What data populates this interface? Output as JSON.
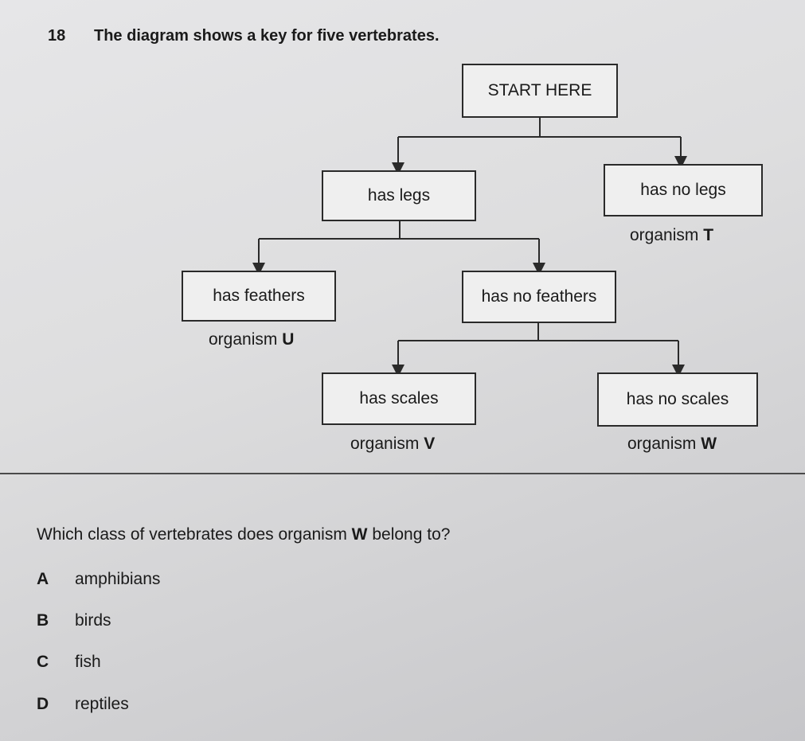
{
  "question": {
    "number": "18",
    "intro": "The diagram shows a key for five vertebrates.",
    "prompt_before": "Which class of vertebrates does organism ",
    "prompt_bold": "W",
    "prompt_after": " belong to?"
  },
  "key": {
    "start": "START HERE",
    "has_legs": "has legs",
    "has_no_legs": "has no legs",
    "organism_t": "organism",
    "organism_t_letter": "T",
    "has_feathers": "has feathers",
    "has_no_feathers": "has no feathers",
    "organism_u": "organism",
    "organism_u_letter": "U",
    "has_scales": "has scales",
    "has_no_scales": "has no scales",
    "organism_v": "organism",
    "organism_v_letter": "V",
    "organism_w": "organism",
    "organism_w_letter": "W"
  },
  "options": [
    {
      "letter": "A",
      "text": "amphibians"
    },
    {
      "letter": "B",
      "text": "birds"
    },
    {
      "letter": "C",
      "text": "fish"
    },
    {
      "letter": "D",
      "text": "reptiles"
    }
  ]
}
